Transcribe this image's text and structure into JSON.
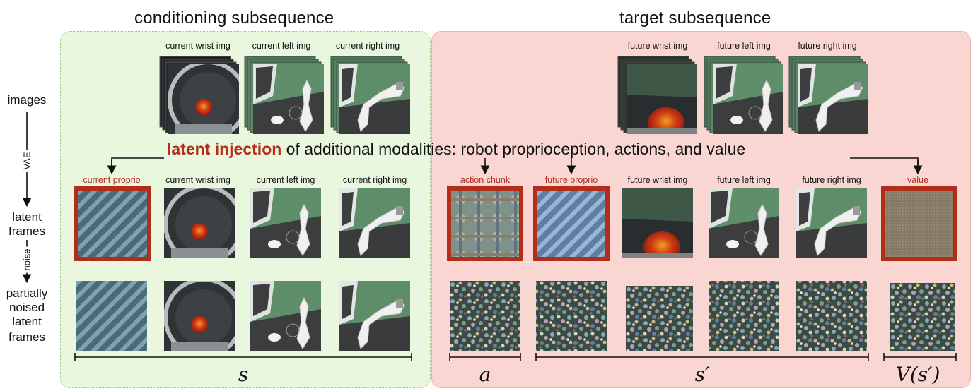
{
  "headers": {
    "conditioning": "conditioning subsequence",
    "target": "target subsequence"
  },
  "row_labels": {
    "images": "images",
    "latent_l1": "latent",
    "latent_l2": "frames",
    "noised_l1": "partially",
    "noised_l2": "noised",
    "noised_l3": "latent",
    "noised_l4": "frames",
    "vae": "VAE",
    "noise": "noise"
  },
  "image_stack_captions": {
    "current_wrist": "current wrist img",
    "current_left": "current left img",
    "current_right": "current right img",
    "future_wrist": "future wrist img",
    "future_left": "future left img",
    "future_right": "future right img"
  },
  "injection": {
    "highlight": "latent injection",
    "rest": " of additional modalities: robot proprioception, actions, and value"
  },
  "latent_captions": {
    "current_proprio": "current proprio",
    "current_wrist": "current wrist img",
    "current_left": "current left img",
    "current_right": "current right img",
    "action_chunk": "action chunk",
    "future_proprio": "future proprio",
    "future_wrist": "future wrist img",
    "future_left": "future left img",
    "future_right": "future right img",
    "value": "value"
  },
  "brackets": {
    "s": "s",
    "a": "a",
    "s_prime": "s′",
    "v": "V(s′)"
  },
  "colors": {
    "conditioning_bg": "#eaf7df",
    "target_bg": "#f9d6d1",
    "injection_red": "#b22d1a"
  }
}
